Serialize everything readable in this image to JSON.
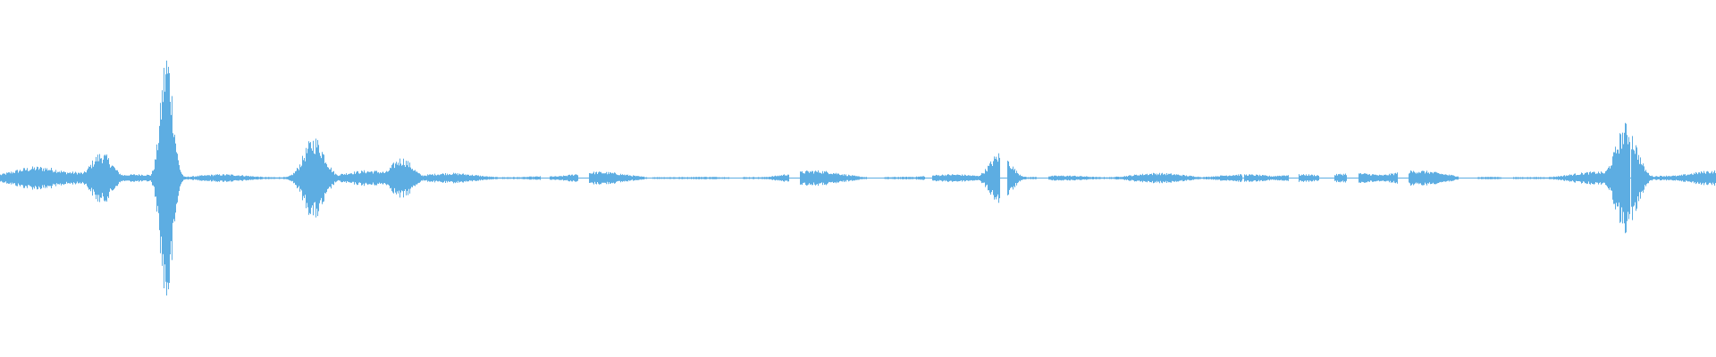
{
  "waveform": {
    "color": "#5DADE2",
    "amplitude_profile": [
      {
        "t": 0.0,
        "a": 0.03
      },
      {
        "t": 0.012,
        "a": 0.035
      },
      {
        "t": 0.022,
        "a": 0.09
      },
      {
        "t": 0.04,
        "a": 0.05
      },
      {
        "t": 0.059,
        "a": 0.2
      },
      {
        "t": 0.08,
        "a": 0.03
      },
      {
        "t": 0.097,
        "a": 1.0
      },
      {
        "t": 0.13,
        "a": 0.03
      },
      {
        "t": 0.183,
        "a": 0.32
      },
      {
        "t": 0.215,
        "a": 0.06
      },
      {
        "t": 0.234,
        "a": 0.16
      },
      {
        "t": 0.262,
        "a": 0.04
      },
      {
        "t": 0.32,
        "a": 0.015
      },
      {
        "t": 0.349,
        "a": 0.05
      },
      {
        "t": 0.41,
        "a": 0.01
      },
      {
        "t": 0.475,
        "a": 0.06
      },
      {
        "t": 0.53,
        "a": 0.01
      },
      {
        "t": 0.555,
        "a": 0.03
      },
      {
        "t": 0.583,
        "a": 0.2
      },
      {
        "t": 0.62,
        "a": 0.02
      },
      {
        "t": 0.675,
        "a": 0.04
      },
      {
        "t": 0.725,
        "a": 0.03
      },
      {
        "t": 0.758,
        "a": 0.03
      },
      {
        "t": 0.79,
        "a": 0.04
      },
      {
        "t": 0.826,
        "a": 0.06
      },
      {
        "t": 0.87,
        "a": 0.01
      },
      {
        "t": 0.931,
        "a": 0.05
      },
      {
        "t": 0.948,
        "a": 0.42
      },
      {
        "t": 0.975,
        "a": 0.02
      },
      {
        "t": 1.0,
        "a": 0.06
      }
    ],
    "silent_ranges": [
      [
        0.315,
        0.32
      ],
      [
        0.337,
        0.343
      ],
      [
        0.377,
        0.38
      ],
      [
        0.425,
        0.433
      ],
      [
        0.46,
        0.466
      ],
      [
        0.505,
        0.515
      ],
      [
        0.539,
        0.543
      ],
      [
        0.583,
        0.587
      ],
      [
        0.604,
        0.611
      ],
      [
        0.724,
        0.725
      ],
      [
        0.751,
        0.757
      ],
      [
        0.769,
        0.778
      ],
      [
        0.785,
        0.792
      ],
      [
        0.815,
        0.821
      ],
      [
        0.85,
        0.861
      ],
      [
        0.875,
        0.882
      ],
      [
        0.95,
        0.951
      ]
    ]
  }
}
